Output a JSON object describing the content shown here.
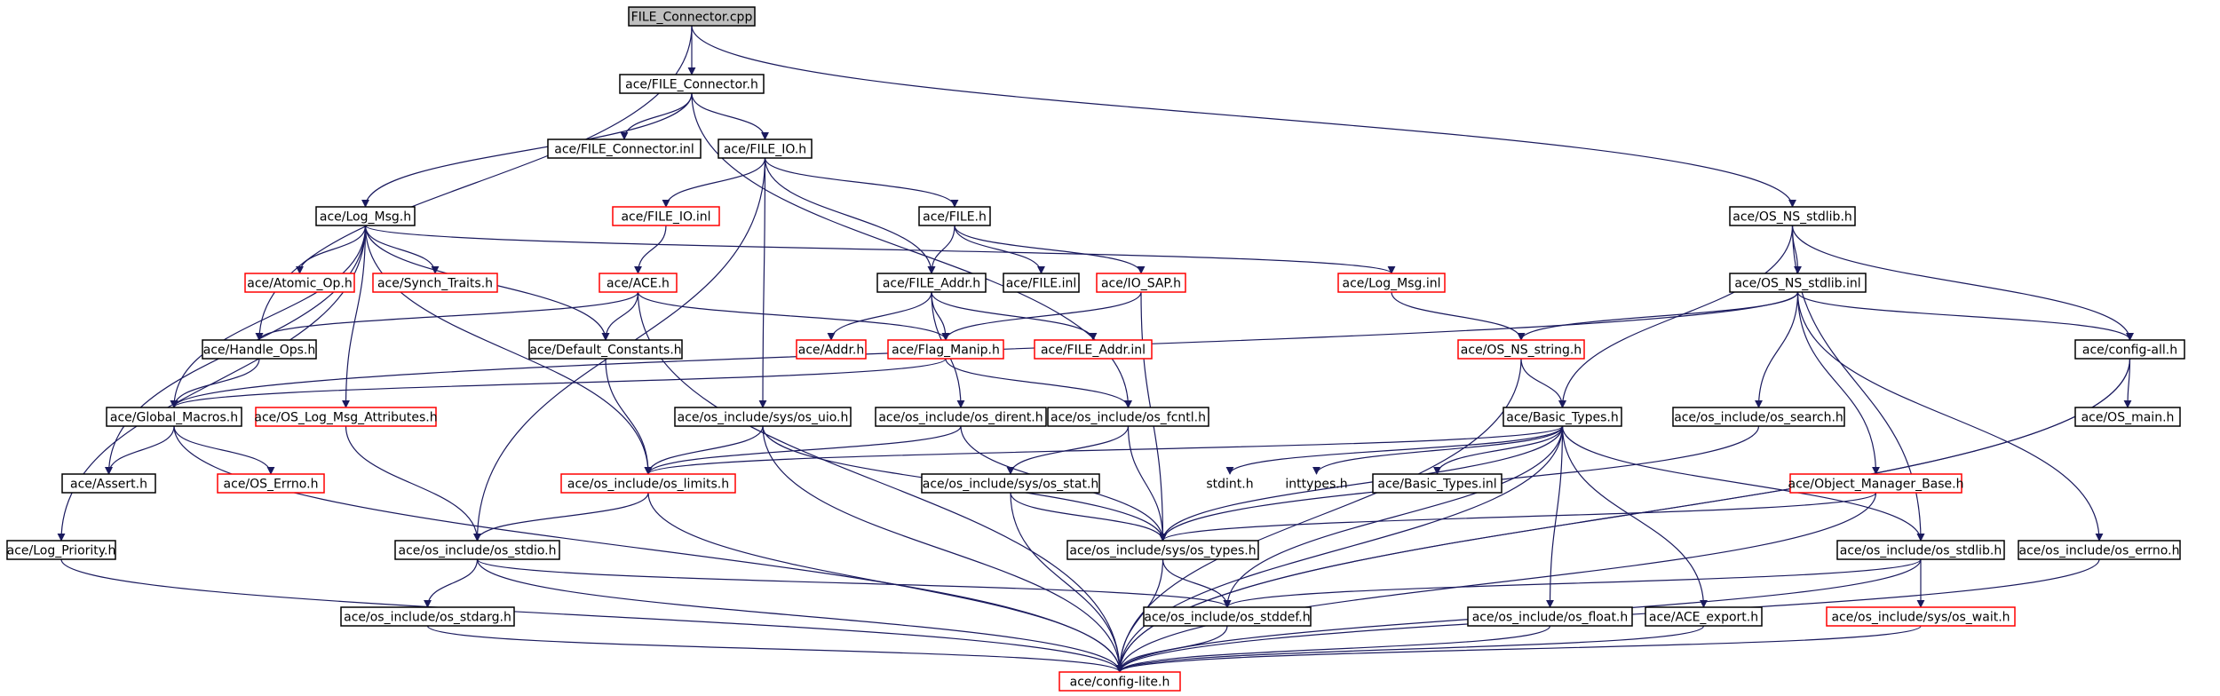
{
  "colors": {
    "edge": "#1a1a5e",
    "root_fill": "#bfbfbf",
    "normal_border": "#000000",
    "missing_border": "#ff0000",
    "external_text": "#9a9a9a"
  },
  "nodes": [
    {
      "id": "file_connector_cpp",
      "label": "FILE_Connector.cpp",
      "kind": "root"
    },
    {
      "id": "file_connector_h",
      "label": "ace/FILE_Connector.h",
      "kind": "normal"
    },
    {
      "id": "file_connector_inl",
      "label": "ace/FILE_Connector.inl",
      "kind": "normal"
    },
    {
      "id": "file_io_h",
      "label": "ace/FILE_IO.h",
      "kind": "normal"
    },
    {
      "id": "log_msg_h",
      "label": "ace/Log_Msg.h",
      "kind": "normal"
    },
    {
      "id": "file_io_inl",
      "label": "ace/FILE_IO.inl",
      "kind": "missing"
    },
    {
      "id": "file_h",
      "label": "ace/FILE.h",
      "kind": "normal"
    },
    {
      "id": "os_ns_stdlib_h",
      "label": "ace/OS_NS_stdlib.h",
      "kind": "normal"
    },
    {
      "id": "atomic_op_h",
      "label": "ace/Atomic_Op.h",
      "kind": "missing"
    },
    {
      "id": "synch_traits_h",
      "label": "ace/Synch_Traits.h",
      "kind": "missing"
    },
    {
      "id": "ace_h",
      "label": "ace/ACE.h",
      "kind": "missing"
    },
    {
      "id": "file_addr_h",
      "label": "ace/FILE_Addr.h",
      "kind": "normal"
    },
    {
      "id": "file_inl",
      "label": "ace/FILE.inl",
      "kind": "normal"
    },
    {
      "id": "io_sap_h",
      "label": "ace/IO_SAP.h",
      "kind": "missing"
    },
    {
      "id": "log_msg_inl",
      "label": "ace/Log_Msg.inl",
      "kind": "missing"
    },
    {
      "id": "os_ns_stdlib_inl",
      "label": "ace/OS_NS_stdlib.inl",
      "kind": "normal"
    },
    {
      "id": "handle_ops_h",
      "label": "ace/Handle_Ops.h",
      "kind": "normal"
    },
    {
      "id": "default_constants_h",
      "label": "ace/Default_Constants.h",
      "kind": "normal"
    },
    {
      "id": "addr_h",
      "label": "ace/Addr.h",
      "kind": "missing"
    },
    {
      "id": "flag_manip_h",
      "label": "ace/Flag_Manip.h",
      "kind": "missing"
    },
    {
      "id": "file_addr_inl",
      "label": "ace/FILE_Addr.inl",
      "kind": "missing"
    },
    {
      "id": "os_ns_string_h",
      "label": "ace/OS_NS_string.h",
      "kind": "missing"
    },
    {
      "id": "config_all_h",
      "label": "ace/config-all.h",
      "kind": "normal"
    },
    {
      "id": "global_macros_h",
      "label": "ace/Global_Macros.h",
      "kind": "normal"
    },
    {
      "id": "os_log_msg_attributes_h",
      "label": "ace/OS_Log_Msg_Attributes.h",
      "kind": "missing"
    },
    {
      "id": "os_sys_uio_h",
      "label": "ace/os_include/sys/os_uio.h",
      "kind": "normal"
    },
    {
      "id": "os_dirent_h",
      "label": "ace/os_include/os_dirent.h",
      "kind": "normal"
    },
    {
      "id": "os_fcntl_h",
      "label": "ace/os_include/os_fcntl.h",
      "kind": "normal"
    },
    {
      "id": "basic_types_h",
      "label": "ace/Basic_Types.h",
      "kind": "normal"
    },
    {
      "id": "os_search_h",
      "label": "ace/os_include/os_search.h",
      "kind": "normal"
    },
    {
      "id": "os_main_h",
      "label": "ace/OS_main.h",
      "kind": "normal"
    },
    {
      "id": "assert_h",
      "label": "ace/Assert.h",
      "kind": "normal"
    },
    {
      "id": "os_errno_h",
      "label": "ace/OS_Errno.h",
      "kind": "missing"
    },
    {
      "id": "os_limits_h",
      "label": "ace/os_include/os_limits.h",
      "kind": "missing"
    },
    {
      "id": "os_sys_stat_h",
      "label": "ace/os_include/sys/os_stat.h",
      "kind": "normal"
    },
    {
      "id": "stdint_h",
      "label": "stdint.h",
      "kind": "external"
    },
    {
      "id": "inttypes_h",
      "label": "inttypes.h",
      "kind": "external"
    },
    {
      "id": "basic_types_inl",
      "label": "ace/Basic_Types.inl",
      "kind": "normal"
    },
    {
      "id": "object_manager_base_h",
      "label": "ace/Object_Manager_Base.h",
      "kind": "missing"
    },
    {
      "id": "log_priority_h",
      "label": "ace/Log_Priority.h",
      "kind": "normal"
    },
    {
      "id": "os_stdio_h",
      "label": "ace/os_include/os_stdio.h",
      "kind": "normal"
    },
    {
      "id": "os_sys_types_h",
      "label": "ace/os_include/sys/os_types.h",
      "kind": "normal"
    },
    {
      "id": "os_stdlib_h",
      "label": "ace/os_include/os_stdlib.h",
      "kind": "normal"
    },
    {
      "id": "os_include_errno_h",
      "label": "ace/os_include/os_errno.h",
      "kind": "normal"
    },
    {
      "id": "os_stdarg_h",
      "label": "ace/os_include/os_stdarg.h",
      "kind": "normal"
    },
    {
      "id": "os_stddef_h",
      "label": "ace/os_include/os_stddef.h",
      "kind": "normal"
    },
    {
      "id": "os_float_h",
      "label": "ace/os_include/os_float.h",
      "kind": "normal"
    },
    {
      "id": "ace_export_h",
      "label": "ace/ACE_export.h",
      "kind": "normal"
    },
    {
      "id": "os_sys_wait_h",
      "label": "ace/os_include/sys/os_wait.h",
      "kind": "missing"
    },
    {
      "id": "config_lite_h",
      "label": "ace/config-lite.h",
      "kind": "missing"
    }
  ],
  "edges": [
    [
      "file_connector_cpp",
      "file_connector_h"
    ],
    [
      "file_connector_cpp",
      "handle_ops_h"
    ],
    [
      "file_connector_cpp",
      "os_ns_stdlib_h"
    ],
    [
      "file_connector_h",
      "log_msg_h"
    ],
    [
      "file_connector_h",
      "file_connector_inl"
    ],
    [
      "file_connector_h",
      "file_io_h"
    ],
    [
      "file_connector_h",
      "os_fcntl_h"
    ],
    [
      "file_io_h",
      "file_io_inl"
    ],
    [
      "file_io_h",
      "file_h"
    ],
    [
      "file_io_h",
      "file_addr_h"
    ],
    [
      "file_io_h",
      "os_sys_uio_h"
    ],
    [
      "file_io_h",
      "os_stdio_h"
    ],
    [
      "file_io_inl",
      "ace_h"
    ],
    [
      "file_h",
      "file_addr_h"
    ],
    [
      "file_h",
      "file_inl"
    ],
    [
      "file_h",
      "io_sap_h"
    ],
    [
      "log_msg_h",
      "atomic_op_h"
    ],
    [
      "log_msg_h",
      "synch_traits_h"
    ],
    [
      "log_msg_h",
      "log_msg_inl"
    ],
    [
      "log_msg_h",
      "default_constants_h"
    ],
    [
      "log_msg_h",
      "global_macros_h"
    ],
    [
      "log_msg_h",
      "os_log_msg_attributes_h"
    ],
    [
      "log_msg_h",
      "assert_h"
    ],
    [
      "log_msg_h",
      "log_priority_h"
    ],
    [
      "log_msg_h",
      "os_limits_h"
    ],
    [
      "ace_h",
      "handle_ops_h"
    ],
    [
      "ace_h",
      "default_constants_h"
    ],
    [
      "ace_h",
      "flag_manip_h"
    ],
    [
      "ace_h",
      "config_lite_h"
    ],
    [
      "file_addr_h",
      "addr_h"
    ],
    [
      "file_addr_h",
      "flag_manip_h"
    ],
    [
      "file_addr_h",
      "file_addr_inl"
    ],
    [
      "file_addr_h",
      "os_dirent_h"
    ],
    [
      "io_sap_h",
      "flag_manip_h"
    ],
    [
      "io_sap_h",
      "os_sys_types_h"
    ],
    [
      "log_msg_inl",
      "os_ns_string_h"
    ],
    [
      "os_ns_stdlib_h",
      "os_ns_stdlib_inl"
    ],
    [
      "os_ns_stdlib_h",
      "basic_types_h"
    ],
    [
      "os_ns_stdlib_h",
      "config_all_h"
    ],
    [
      "os_ns_stdlib_h",
      "os_stdlib_h"
    ],
    [
      "os_ns_stdlib_inl",
      "os_ns_string_h"
    ],
    [
      "os_ns_stdlib_inl",
      "global_macros_h"
    ],
    [
      "os_ns_stdlib_inl",
      "config_all_h"
    ],
    [
      "os_ns_stdlib_inl",
      "os_search_h"
    ],
    [
      "os_ns_stdlib_inl",
      "object_manager_base_h"
    ],
    [
      "os_ns_stdlib_inl",
      "os_include_errno_h"
    ],
    [
      "handle_ops_h",
      "global_macros_h"
    ],
    [
      "default_constants_h",
      "os_limits_h"
    ],
    [
      "flag_manip_h",
      "global_macros_h"
    ],
    [
      "flag_manip_h",
      "os_fcntl_h"
    ],
    [
      "os_ns_string_h",
      "basic_types_h"
    ],
    [
      "os_ns_string_h",
      "config_lite_h"
    ],
    [
      "config_all_h",
      "os_main_h"
    ],
    [
      "config_all_h",
      "config_lite_h"
    ],
    [
      "global_macros_h",
      "assert_h"
    ],
    [
      "global_macros_h",
      "os_errno_h"
    ],
    [
      "global_macros_h",
      "config_lite_h"
    ],
    [
      "os_log_msg_attributes_h",
      "os_stdio_h"
    ],
    [
      "os_sys_uio_h",
      "os_limits_h"
    ],
    [
      "os_sys_uio_h",
      "os_sys_types_h"
    ],
    [
      "os_sys_uio_h",
      "config_lite_h"
    ],
    [
      "os_dirent_h",
      "os_limits_h"
    ],
    [
      "os_dirent_h",
      "os_sys_types_h"
    ],
    [
      "os_fcntl_h",
      "os_sys_stat_h"
    ],
    [
      "os_fcntl_h",
      "os_sys_types_h"
    ],
    [
      "basic_types_h",
      "os_limits_h"
    ],
    [
      "basic_types_h",
      "stdint_h"
    ],
    [
      "basic_types_h",
      "inttypes_h"
    ],
    [
      "basic_types_h",
      "basic_types_inl"
    ],
    [
      "basic_types_h",
      "os_sys_types_h"
    ],
    [
      "basic_types_h",
      "os_stddef_h"
    ],
    [
      "basic_types_h",
      "os_float_h"
    ],
    [
      "basic_types_h",
      "ace_export_h"
    ],
    [
      "basic_types_h",
      "os_stdlib_h"
    ],
    [
      "basic_types_h",
      "config_lite_h"
    ],
    [
      "os_search_h",
      "os_sys_types_h"
    ],
    [
      "object_manager_base_h",
      "os_sys_types_h"
    ],
    [
      "object_manager_base_h",
      "config_lite_h"
    ],
    [
      "os_limits_h",
      "os_stdio_h"
    ],
    [
      "os_limits_h",
      "config_lite_h"
    ],
    [
      "os_sys_stat_h",
      "os_sys_types_h"
    ],
    [
      "os_sys_stat_h",
      "config_lite_h"
    ],
    [
      "log_priority_h",
      "config_lite_h"
    ],
    [
      "os_stdio_h",
      "os_stdarg_h"
    ],
    [
      "os_stdio_h",
      "os_stddef_h"
    ],
    [
      "os_stdio_h",
      "config_lite_h"
    ],
    [
      "os_sys_types_h",
      "os_stddef_h"
    ],
    [
      "os_sys_types_h",
      "config_lite_h"
    ],
    [
      "os_stdlib_h",
      "os_sys_wait_h"
    ],
    [
      "os_stdlib_h",
      "os_stddef_h"
    ],
    [
      "os_stdlib_h",
      "config_lite_h"
    ],
    [
      "os_include_errno_h",
      "config_lite_h"
    ],
    [
      "os_stdarg_h",
      "config_lite_h"
    ],
    [
      "os_stddef_h",
      "config_lite_h"
    ],
    [
      "os_float_h",
      "config_lite_h"
    ],
    [
      "ace_export_h",
      "config_lite_h"
    ],
    [
      "os_sys_wait_h",
      "config_lite_h"
    ],
    [
      "config_all_h",
      "config_lite_h"
    ]
  ]
}
